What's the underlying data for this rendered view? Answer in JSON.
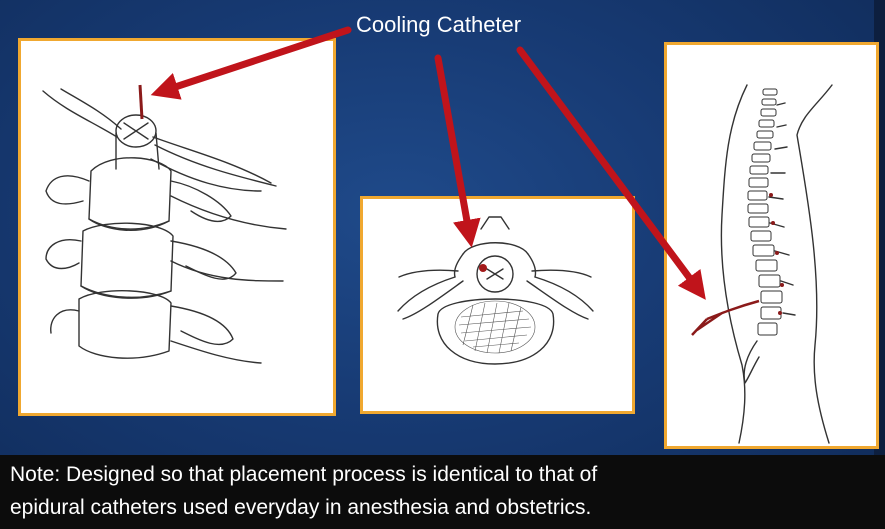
{
  "callout": {
    "label": "Cooling Catheter"
  },
  "note": {
    "line1": "Note: Designed so that placement process is identical to that of",
    "line2": "epidural catheters used everyday in anesthesia and obstetrics."
  },
  "colors": {
    "background": "#173a73",
    "panel_border": "#f0a830",
    "arrow": "#c0141b",
    "catheter": "#8b1a1a",
    "text": "#ffffff"
  }
}
